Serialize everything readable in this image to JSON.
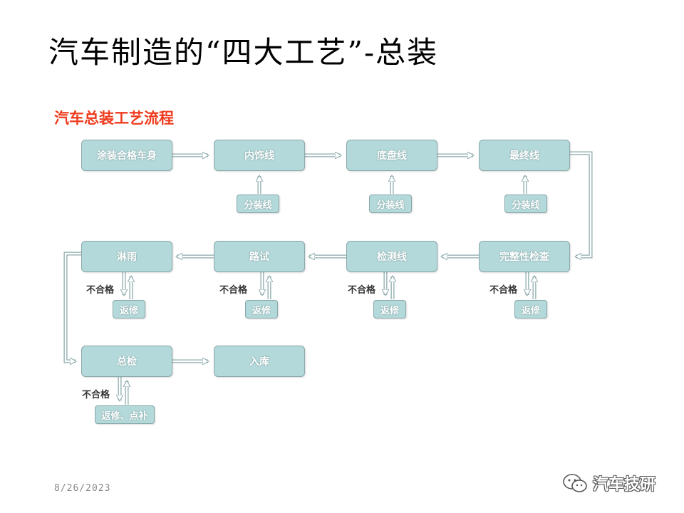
{
  "title": "汽车制造的“四大工艺”-总装",
  "subtitle": "汽车总装工艺流程",
  "nodes": {
    "body": "涂装合格车身",
    "trim": "内饰线",
    "chassis": "底盘线",
    "final": "最终线",
    "sub1": "分装线",
    "sub2": "分装线",
    "sub3": "分装线",
    "inspect": "完整性检查",
    "test": "检测线",
    "road": "路试",
    "rain": "淋雨",
    "rep1": "返修",
    "rep2": "返修",
    "rep3": "返修",
    "rep4": "返修",
    "total": "总检",
    "storage": "入库",
    "repfinal": "返修、点补"
  },
  "reject_label": "不合格",
  "footer": {
    "date": "8/26/2023",
    "watermark": "汽车技研"
  }
}
